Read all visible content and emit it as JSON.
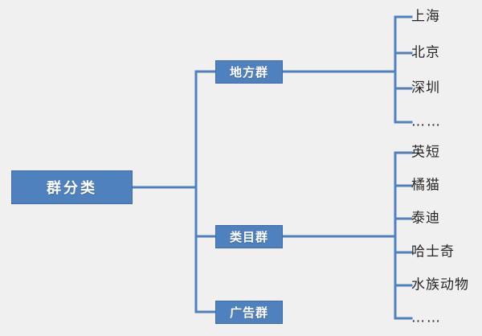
{
  "diagram": {
    "type": "tree",
    "title": "群分类",
    "colors": {
      "node_fill": "#4e81bd",
      "node_border": "#3d6ca6",
      "node_text": "#ffffff",
      "connector": "#4e81bd",
      "leaf_text": "#262626",
      "background": "#f0f0f0"
    },
    "root": {
      "label": "群分类"
    },
    "branches": [
      {
        "label": "地方群",
        "leaves": [
          {
            "label": "上海"
          },
          {
            "label": "北京"
          },
          {
            "label": "深圳"
          },
          {
            "label": "……"
          }
        ]
      },
      {
        "label": "类目群",
        "leaves": [
          {
            "label": "英短"
          },
          {
            "label": "橘猫"
          },
          {
            "label": "泰迪"
          },
          {
            "label": "哈士奇"
          },
          {
            "label": "水族动物"
          },
          {
            "label": "……"
          }
        ]
      },
      {
        "label": "广告群",
        "leaves": []
      }
    ]
  }
}
